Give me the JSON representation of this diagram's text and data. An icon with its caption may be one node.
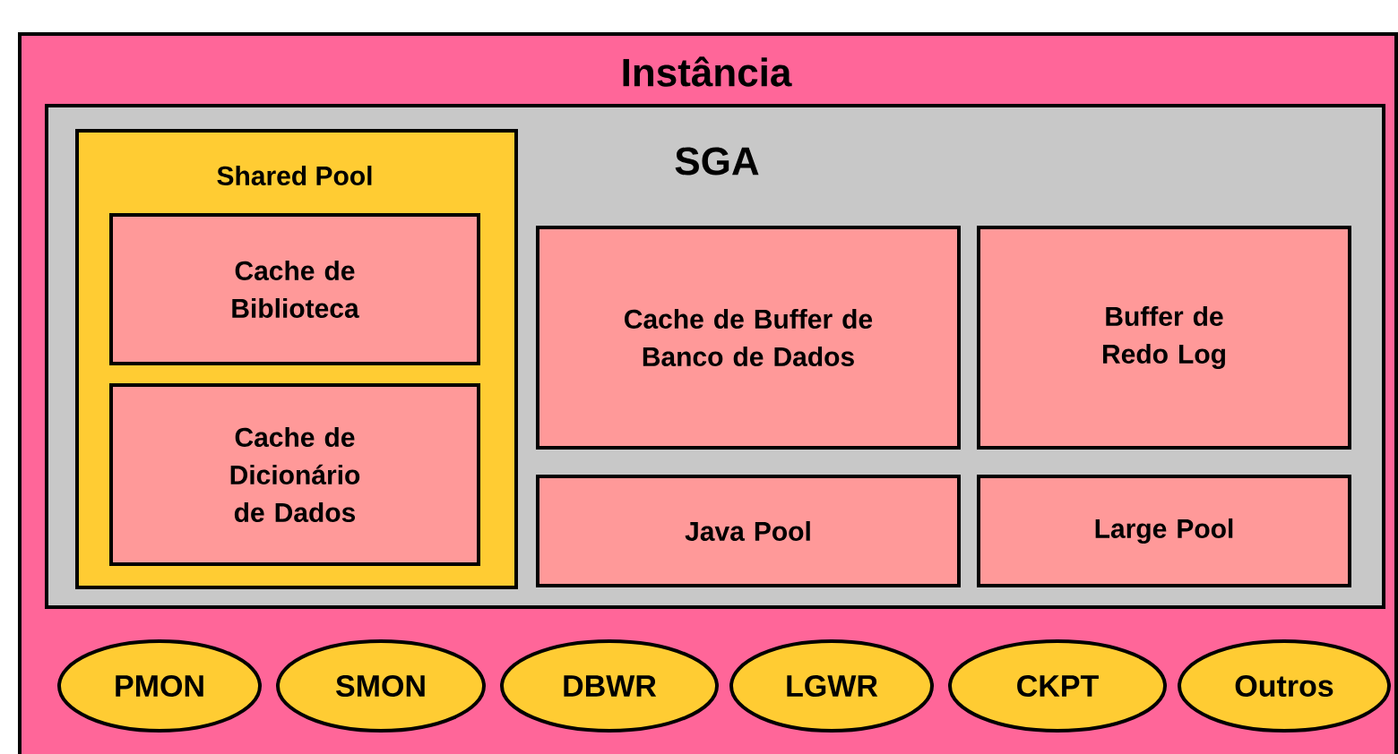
{
  "diagram": {
    "nodes": [
      {
        "text": [
          "Instância"
        ]
      },
      {
        "text": [
          "SGA"
        ],
        "in": 0
      },
      {
        "text": [
          "Shared Pool"
        ],
        "in": 1
      },
      {
        "text": [
          "Cache de Biblioteca"
        ],
        "in": 2
      },
      {
        "text": [
          "Cache de Dicionário de Dados"
        ],
        "in": 2
      },
      {
        "text": [
          "Cache de Buffer de Banco de Dados"
        ],
        "in": 1
      },
      {
        "text": [
          "Buffer de Redo Log"
        ],
        "in": 1
      },
      {
        "text": [
          "Java Pool"
        ],
        "in": 1
      },
      {
        "text": [
          "Large Pool"
        ],
        "in": 1
      },
      {
        "text": [
          "PMON"
        ],
        "in": 0
      },
      {
        "text": [
          "SMON"
        ],
        "in": 0
      },
      {
        "text": [
          "DBWR"
        ],
        "in": 0
      },
      {
        "text": [
          "LGWR"
        ],
        "in": 0
      },
      {
        "text": [
          "CKPT"
        ],
        "in": 0
      },
      {
        "text": [
          "Outros"
        ],
        "in": 0
      }
    ]
  }
}
